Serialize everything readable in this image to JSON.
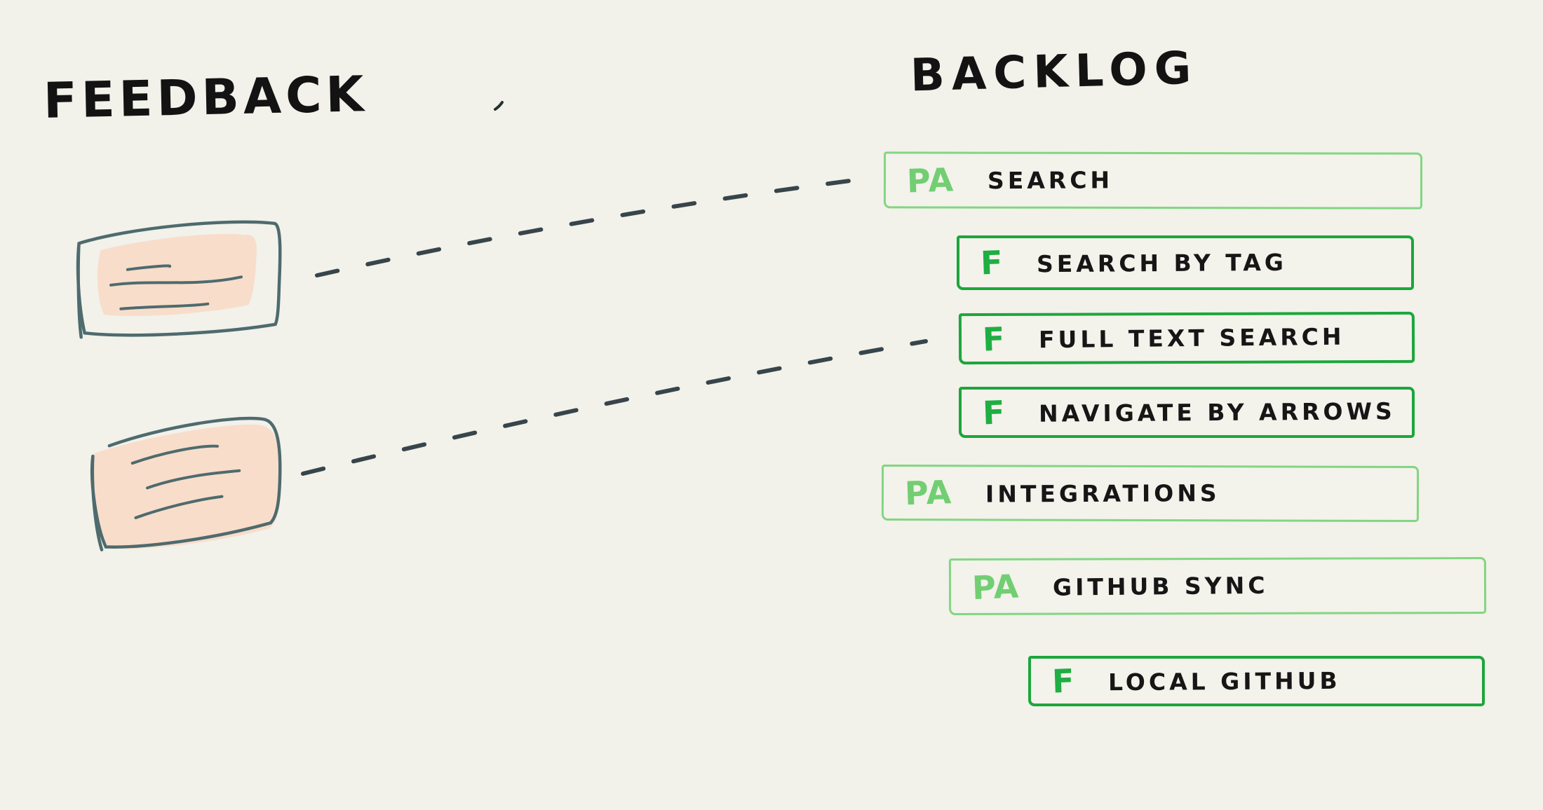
{
  "board": {
    "background": "#f2f1ea"
  },
  "titles": {
    "feedback": "FEEDBACK",
    "backlog": "BACKLOG"
  },
  "backlog": {
    "items": [
      {
        "badge": "PA",
        "label": "SEARCH",
        "type": "project-area"
      },
      {
        "badge": "F",
        "label": "SEARCH BY TAG",
        "type": "feature"
      },
      {
        "badge": "F",
        "label": "FULL TEXT SEARCH",
        "type": "feature"
      },
      {
        "badge": "F",
        "label": "NAVIGATE BY ARROWS",
        "type": "feature"
      },
      {
        "badge": "PA",
        "label": "INTEGRATIONS",
        "type": "project-area"
      },
      {
        "badge": "PA",
        "label": "GITHUB SYNC",
        "type": "project-area"
      },
      {
        "badge": "F",
        "label": "LOCAL GITHUB",
        "type": "feature"
      }
    ]
  },
  "feedback_cards": [
    {
      "name": "feedback-card-1",
      "lines": 3
    },
    {
      "name": "feedback-card-2",
      "lines": 3
    }
  ],
  "connectors": [
    {
      "from": "feedback-card-1",
      "to": "backlog-item-search"
    },
    {
      "from": "feedback-card-2",
      "to": "backlog-item-full-text-search"
    }
  ],
  "colors": {
    "pa_badge": "#72ce72",
    "pa_border": "#82d682",
    "f_badge": "#1fae42",
    "f_border": "#1ca63c",
    "card_stroke": "#4e6b6e",
    "card_fill": "#f8ddcb",
    "connector": "#37454b",
    "text": "#161616"
  }
}
